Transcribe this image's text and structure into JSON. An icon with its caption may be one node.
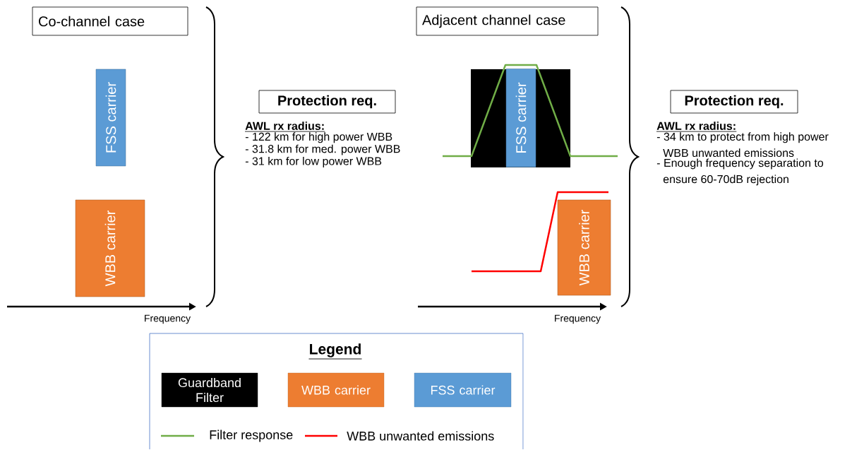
{
  "diagram": {
    "nodes": [
      {
        "text": [
          "Co-channel case"
        ]
      },
      {
        "text": [
          "FSS carrier"
        ]
      },
      {
        "text": [
          "WBB carrier"
        ]
      },
      {
        "text": [
          "Protection req.",
          "AWL rx radius:",
          "- 122 km for high power WBB",
          "- 31.8 km for med. power WBB",
          "- 31 km for low power WBB"
        ]
      },
      {
        "text": [
          "Adjacent channel case"
        ]
      },
      {
        "text": [],
        "shape": "box"
      },
      {
        "text": [
          "FSS carrier"
        ],
        "in": 5
      },
      {
        "text": [
          "WBB carrier"
        ]
      },
      {
        "text": [
          "Protection req.",
          "AWL rx radius:",
          "- 34 km to protect from high power WBB unwanted emissions",
          "- Enough frequency separation to ensure 60-70dB rejection"
        ]
      }
    ],
    "labels": [
      "Frequency",
      "Frequency",
      "Legend"
    ],
    "legend": [
      {
        "text": "Guardband Filter",
        "color": "#000000"
      },
      {
        "text": "WBB carrier",
        "color": "#ed7d31"
      },
      {
        "text": "FSS carrier",
        "color": "#5b9bd5"
      },
      {
        "text": "Filter response"
      },
      {
        "text": "WBB unwanted emissions"
      }
    ]
  }
}
